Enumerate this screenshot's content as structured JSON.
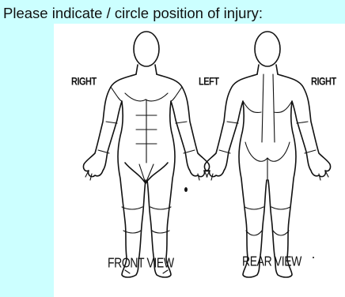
{
  "prompt": "Please indicate / circle position of injury:",
  "diagram": {
    "front_labels": {
      "right": "RIGHT",
      "left": "LEFT"
    },
    "rear_labels": {
      "right": "RIGHT"
    },
    "front_caption": "FRONT VIEW",
    "rear_caption": "REAR VIEW"
  }
}
